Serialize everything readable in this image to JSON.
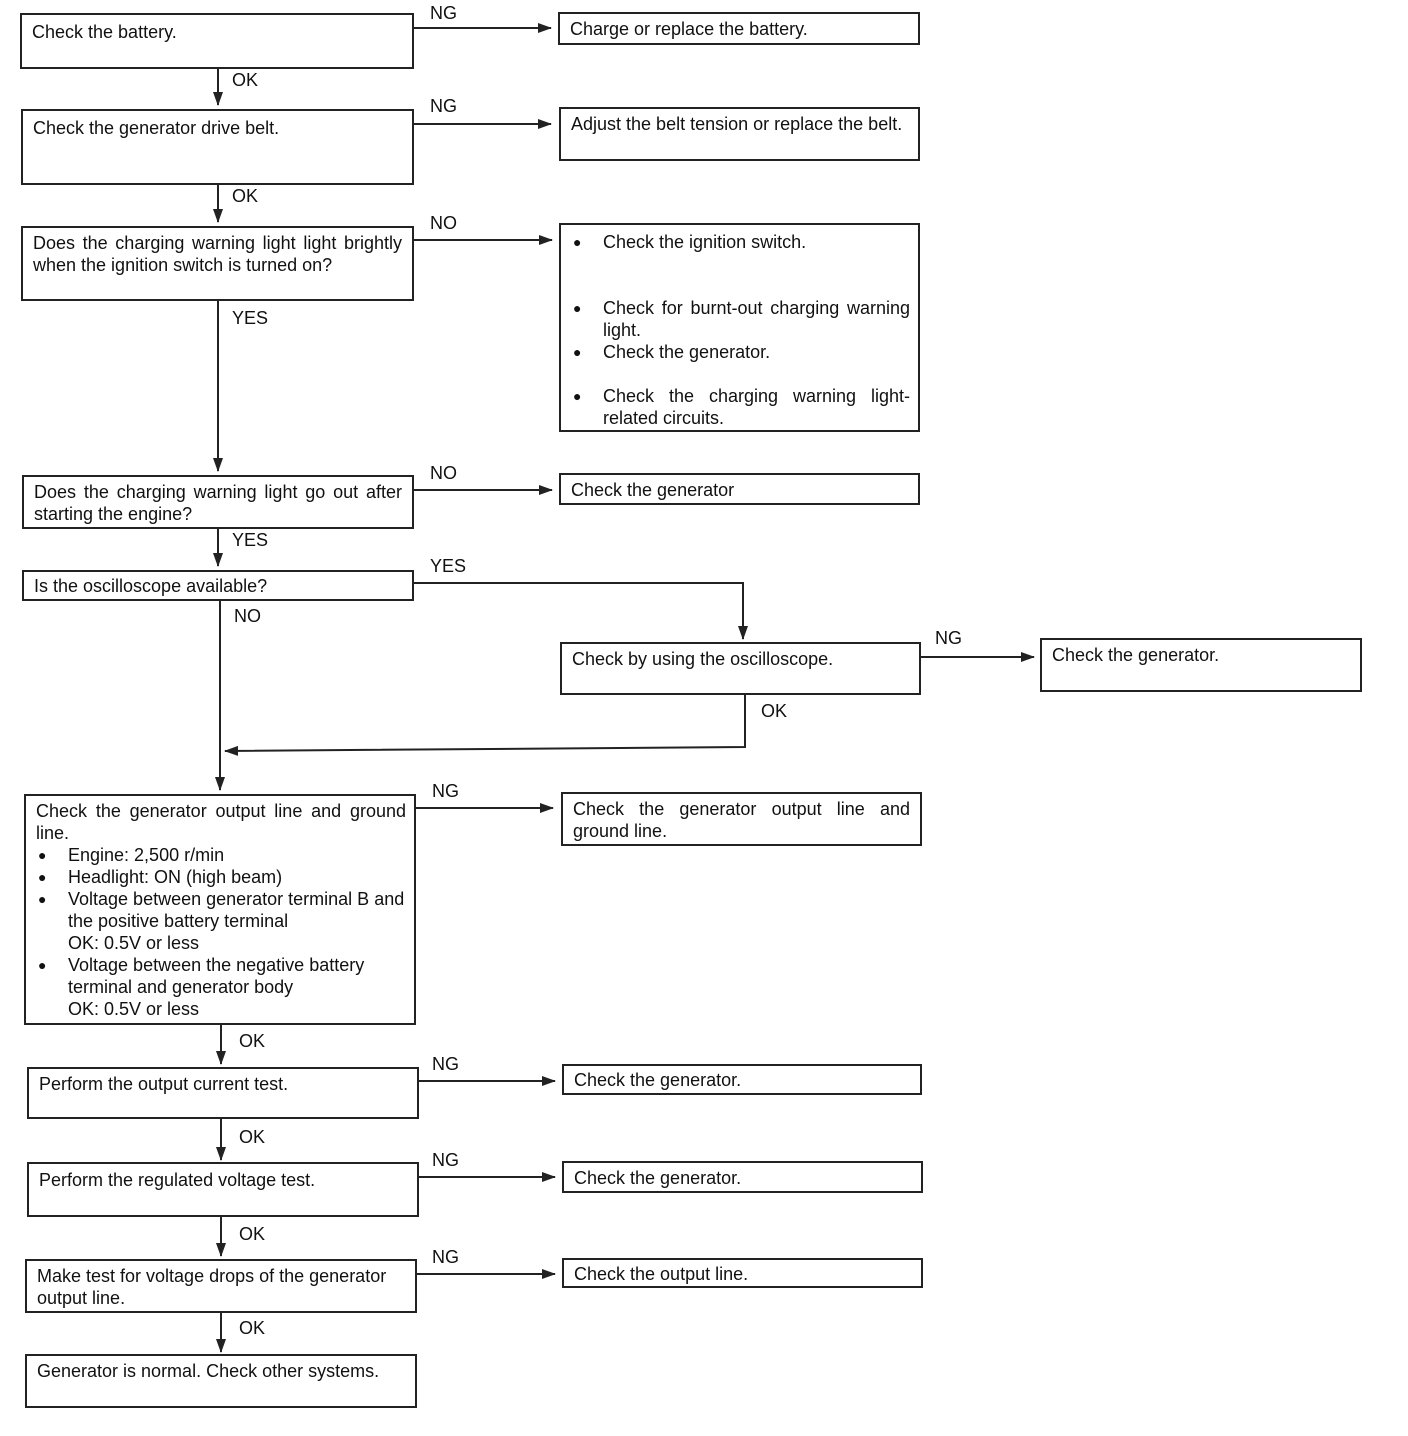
{
  "labels": {
    "ok": "OK",
    "ng": "NG",
    "yes": "YES",
    "no": "NO"
  },
  "steps": {
    "s1": "Check the battery.",
    "s1_ng": "Charge or replace the battery.",
    "s2": "Check the generator drive belt.",
    "s2_ng": "Adjust the belt tension or replace the belt.",
    "s3": "Does the charging warning light light brightly when the ignition switch is turned on?",
    "s3_no": [
      "Check the ignition switch.",
      "Check for burnt-out charging warning light.",
      "Check the generator.",
      "Check the charging warning light-related circuits."
    ],
    "s4": "Does the charging warning light go out after starting the engine?",
    "s4_no": "Check the generator",
    "s5": "Is the oscilloscope available?",
    "s5_yes": "Check by using the oscilloscope.",
    "s5_yes_ng": "Check the generator.",
    "s6_title": "Check the generator output line and ground line.",
    "s6_items": [
      "Engine: 2,500 r/min",
      "Headlight: ON (high beam)",
      "Voltage between generator terminal B and the positive battery terminal",
      "Voltage between the negative battery terminal and generator body"
    ],
    "s6_ok_value_1": "OK: 0.5V or less",
    "s6_ok_value_2": "OK: 0.5V or less",
    "s6_ng": "Check the generator output line and ground line.",
    "s7": "Perform the output current test.",
    "s7_ng": "Check the generator.",
    "s8": "Perform the regulated voltage test.",
    "s8_ng": "Check the generator.",
    "s9": "Make test for voltage drops of the generator output line.",
    "s9_ng": "Check the output line.",
    "s10": "Generator is normal. Check other systems."
  }
}
